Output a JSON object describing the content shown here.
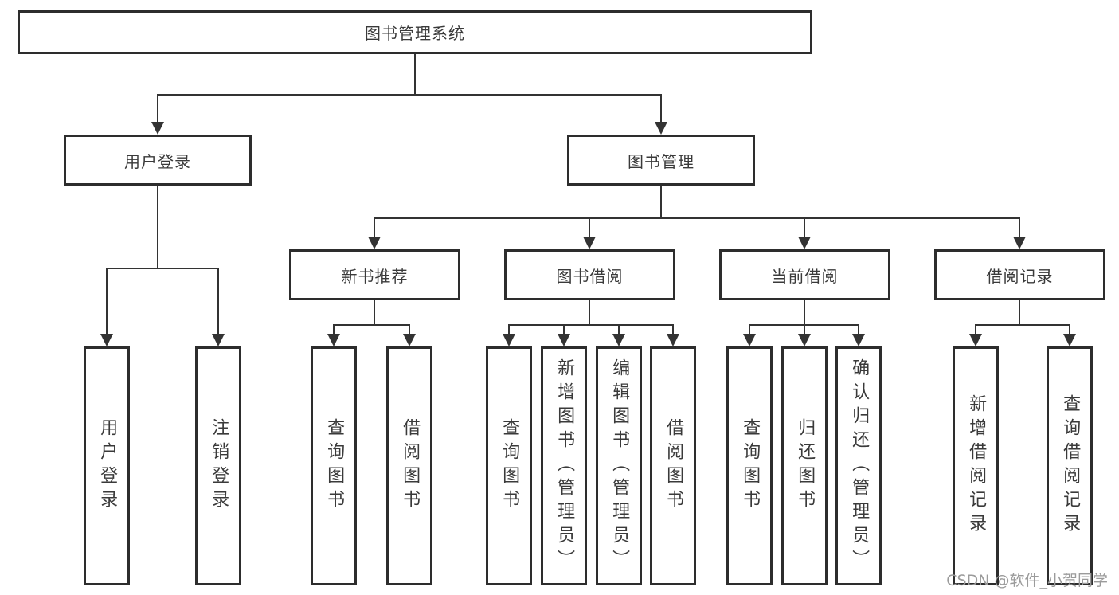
{
  "page": {
    "watermark": "CSDN @软件_小贺同学"
  },
  "colors": {
    "box_border": "#2d2d2d",
    "connector_line": "#333333",
    "text": "#3a3a3a",
    "box_background": "#ffffff",
    "watermark": "#9b9b9b"
  },
  "diagram": {
    "root": {
      "label": "图书管理系统"
    },
    "login": {
      "label": "用户登录",
      "children": [
        {
          "label": "用户登录"
        },
        {
          "label": "注销登录"
        }
      ]
    },
    "management": {
      "label": "图书管理",
      "groups": [
        {
          "label": "新书推荐",
          "children": [
            {
              "label": "查询图书"
            },
            {
              "label": "借阅图书"
            }
          ]
        },
        {
          "label": "图书借阅",
          "children": [
            {
              "label": "查询图书"
            },
            {
              "label": "新增图书（管理员）"
            },
            {
              "label": "编辑图书（管理员）"
            },
            {
              "label": "借阅图书"
            }
          ]
        },
        {
          "label": "当前借阅",
          "children": [
            {
              "label": "查询图书"
            },
            {
              "label": "归还图书"
            },
            {
              "label": "确认归还（管理员）"
            }
          ]
        },
        {
          "label": "借阅记录",
          "children": [
            {
              "label": "新增借阅记录"
            },
            {
              "label": "查询借阅记录"
            }
          ]
        }
      ]
    }
  }
}
